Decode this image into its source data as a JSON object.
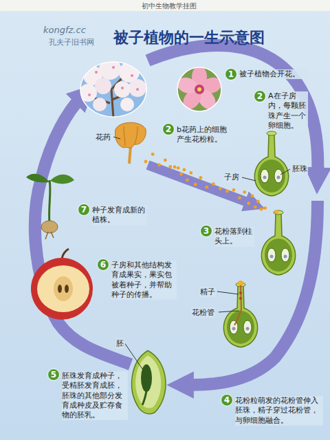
{
  "diagram": {
    "title": "被子植物的一生示意图",
    "nodes": [
      {
        "text": [
          "1",
          "被子植物会开花。"
        ]
      },
      {
        "text": [
          "2",
          "A在子房内，每颗胚珠产生一个卵细胞。"
        ]
      },
      {
        "text": [
          "2",
          "b花药上的细胞产生花粉粒。"
        ]
      },
      {
        "text": [
          "3",
          "花粉落到柱头上。"
        ]
      },
      {
        "text": [
          "4",
          "花粉粒萌发的花粉管伸入胚珠，精子穿过花粉管，与卵细胞融合。"
        ]
      },
      {
        "text": [
          "5",
          "胚珠发育成种子，受精胚发育成胚，胚珠的其他部分发育成种皮及贮存食物的胚乳。"
        ]
      },
      {
        "text": [
          "6",
          "子房和其他结构发育成果实，果实包被着种子，并帮助种子的传播。"
        ]
      },
      {
        "text": [
          "7",
          "种子发育成新的植株。"
        ]
      }
    ],
    "labels": [
      "初中生物教学挂图",
      "kongfz.cc",
      "孔夫子旧书网",
      "花药",
      "胚珠",
      "子房",
      "精子",
      "花粉管",
      "胚"
    ]
  }
}
